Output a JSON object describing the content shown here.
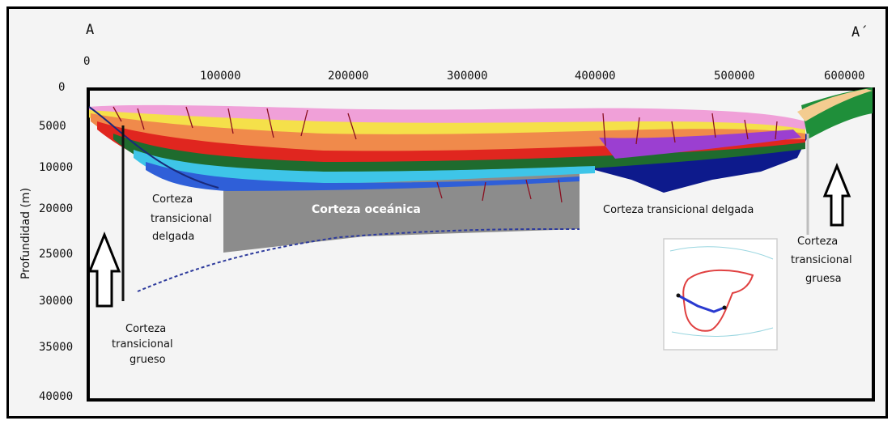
{
  "section": {
    "start_label": "A",
    "end_label": "A´"
  },
  "x_axis": {
    "ticks": [
      "0",
      "100000",
      "200000",
      "300000",
      "400000",
      "500000",
      "600000"
    ]
  },
  "y_axis": {
    "label": "Profundidad (m)",
    "ticks": [
      "0",
      "5000",
      "10000",
      "20000",
      "25000",
      "30000",
      "35000",
      "40000"
    ]
  },
  "annotations": {
    "left_thin": [
      "Corteza",
      "transicional",
      "delgada"
    ],
    "oceanic": "Corteza oceánica",
    "right_thin": "Corteza transicional delgada",
    "right_thick": [
      "Corteza",
      "transicional",
      "gruesa"
    ],
    "left_thick": [
      "Corteza",
      "transicional",
      "grueso"
    ]
  },
  "colors": {
    "oceanic_crust": "#8c8c8c",
    "deep_basement": "#0d1a8c",
    "sediment_red": "#e0261f",
    "sediment_green": "#1f6b2e",
    "sediment_orange": "#f08a4b",
    "sediment_yellow": "#f5e04a",
    "sediment_pink": "#f0a0d8"
  },
  "icons": [
    "up-arrow-left",
    "up-arrow-right",
    "location-map-inset"
  ]
}
